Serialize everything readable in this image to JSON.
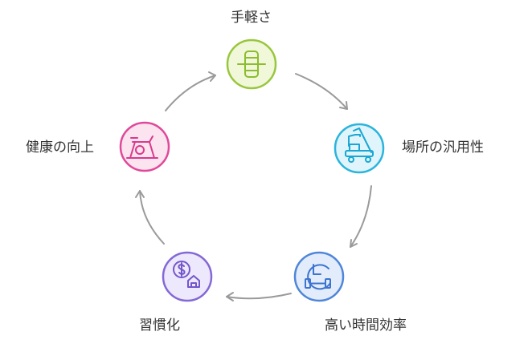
{
  "nodes": [
    {
      "id": "convenience",
      "label": "手軽さ",
      "icon": "ab-wheel-icon",
      "fill": "#f1f8d9",
      "stroke": "#98c73e",
      "icon_color": "#8bbd2e"
    },
    {
      "id": "location",
      "label": "場所の汎用性",
      "icon": "stair-truck-icon",
      "fill": "#dff4fb",
      "stroke": "#2bb4dc",
      "icon_color": "#19a7d3"
    },
    {
      "id": "time",
      "label": "高い時間効率",
      "icon": "clock-dumbbell-icon",
      "fill": "#e3ecfb",
      "stroke": "#4f86d9",
      "icon_color": "#3d74cf"
    },
    {
      "id": "habit",
      "label": "習慣化",
      "icon": "money-house-icon",
      "fill": "#ede8fb",
      "stroke": "#8468d6",
      "icon_color": "#7356cc"
    },
    {
      "id": "health",
      "label": "健康の向上",
      "icon": "exercise-bike-icon",
      "fill": "#fbe3ef",
      "stroke": "#e0489a",
      "icon_color": "#d83a8d"
    }
  ],
  "arrow_color": "#9a9a9a"
}
